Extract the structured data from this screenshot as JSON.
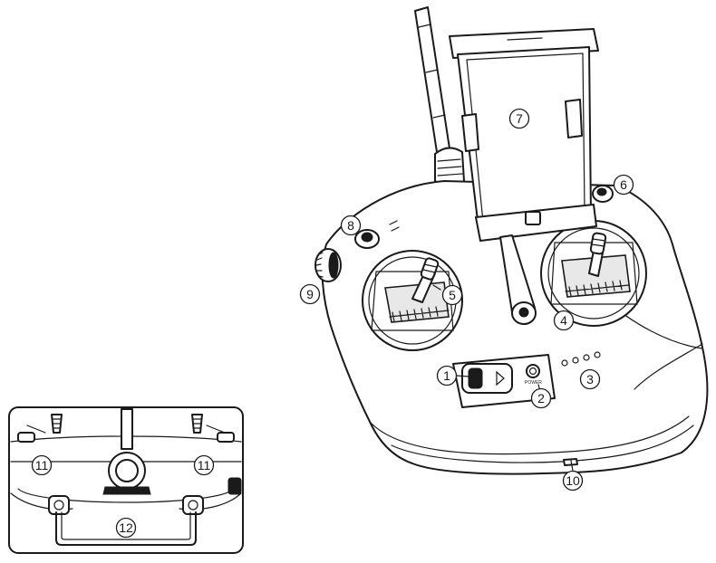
{
  "callouts": {
    "c1": "1",
    "c2": "2",
    "c3": "3",
    "c4": "4",
    "c5": "5",
    "c6": "6",
    "c7": "7",
    "c8": "8",
    "c9": "9",
    "c10": "10",
    "c11a": "11",
    "c11b": "11",
    "c12": "12"
  },
  "labels": {
    "power": "POWER"
  },
  "colors": {
    "line": "#1a1a1a",
    "background": "#ffffff",
    "shade": "#e8e8e8"
  }
}
